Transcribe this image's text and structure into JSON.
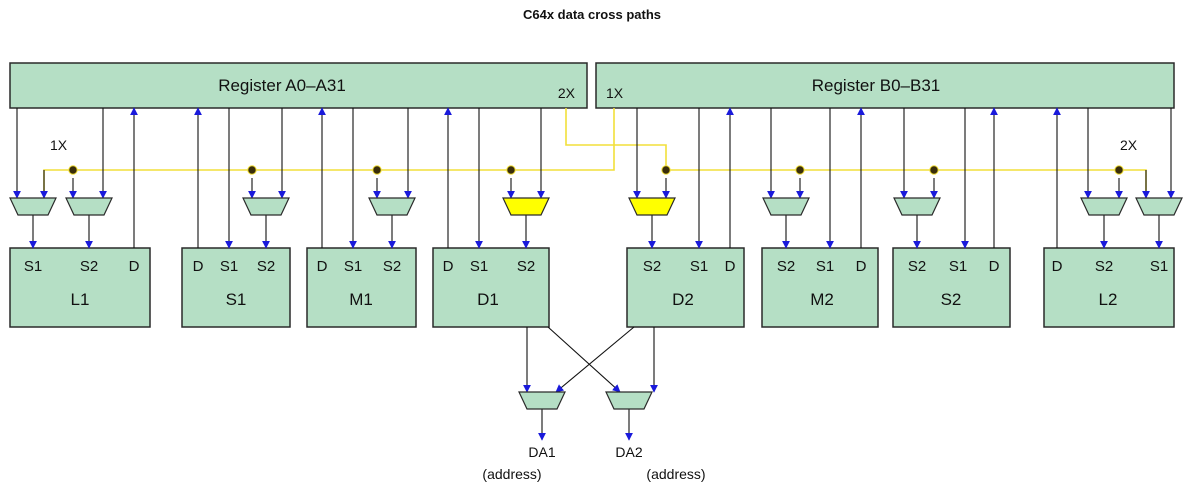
{
  "title": "C64x data cross paths",
  "register_files": [
    {
      "id": "a",
      "label": "Register A0–A31",
      "cross_label": "2X"
    },
    {
      "id": "b",
      "label": "Register B0–B31",
      "cross_label": "1X"
    }
  ],
  "cross_path_labels": {
    "x1_left": "1X",
    "x2_right": "2X"
  },
  "units": [
    {
      "id": "l1",
      "name": "L1",
      "ports": [
        "S1",
        "S2",
        "D"
      ]
    },
    {
      "id": "s1",
      "name": "S1",
      "ports": [
        "D",
        "S1",
        "S2"
      ]
    },
    {
      "id": "m1",
      "name": "M1",
      "ports": [
        "D",
        "S1",
        "S2"
      ]
    },
    {
      "id": "d1",
      "name": "D1",
      "ports": [
        "D",
        "S1",
        "S2"
      ]
    },
    {
      "id": "d2",
      "name": "D2",
      "ports": [
        "S2",
        "S1",
        "D"
      ]
    },
    {
      "id": "m2",
      "name": "M2",
      "ports": [
        "S2",
        "S1",
        "D"
      ]
    },
    {
      "id": "s2",
      "name": "S2",
      "ports": [
        "S2",
        "S1",
        "D"
      ]
    },
    {
      "id": "l2",
      "name": "L2",
      "ports": [
        "D",
        "S2",
        "S1"
      ]
    }
  ],
  "outputs": [
    {
      "id": "da1",
      "label": "DA1",
      "sub": "(address)"
    },
    {
      "id": "da2",
      "label": "DA2",
      "sub": "(address)"
    }
  ],
  "colors": {
    "box_fill": "#b5dfc5",
    "box_stroke": "#2a2a2a",
    "cross_path": "#f2df3a",
    "cross_mux": "#ffff00",
    "arrow": "#1a1adb"
  }
}
